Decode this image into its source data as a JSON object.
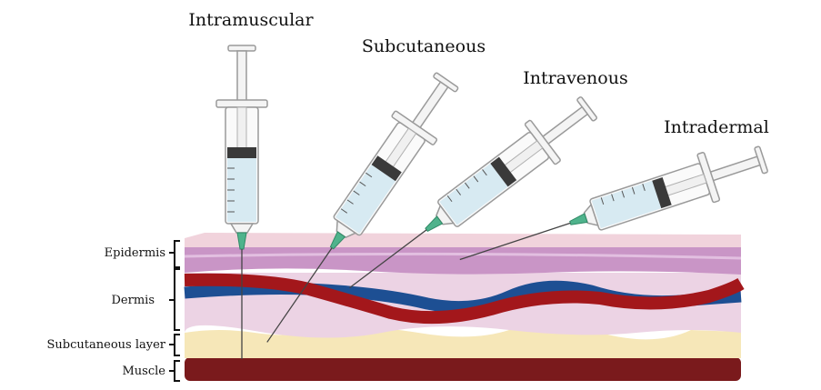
{
  "injections": {
    "intramuscular": "Intramuscular",
    "subcutaneous": "Subcutaneous",
    "intravenous": "Intravenous",
    "intradermal": "Intradermal"
  },
  "layers": {
    "epidermis": "Epidermis",
    "dermis": "Dermis",
    "subcutaneous": "Subcutaneous layer",
    "muscle": "Muscle"
  },
  "colors": {
    "muscle": "#7a1a1c",
    "artery": "#a3171b",
    "vein": "#1d4f93",
    "fat": "#f6e7b8",
    "dermis": "#ecd3e4",
    "epidermis": "#c995c6",
    "needle_hub": "#4fb38c",
    "liquid": "#d7eaf2"
  }
}
